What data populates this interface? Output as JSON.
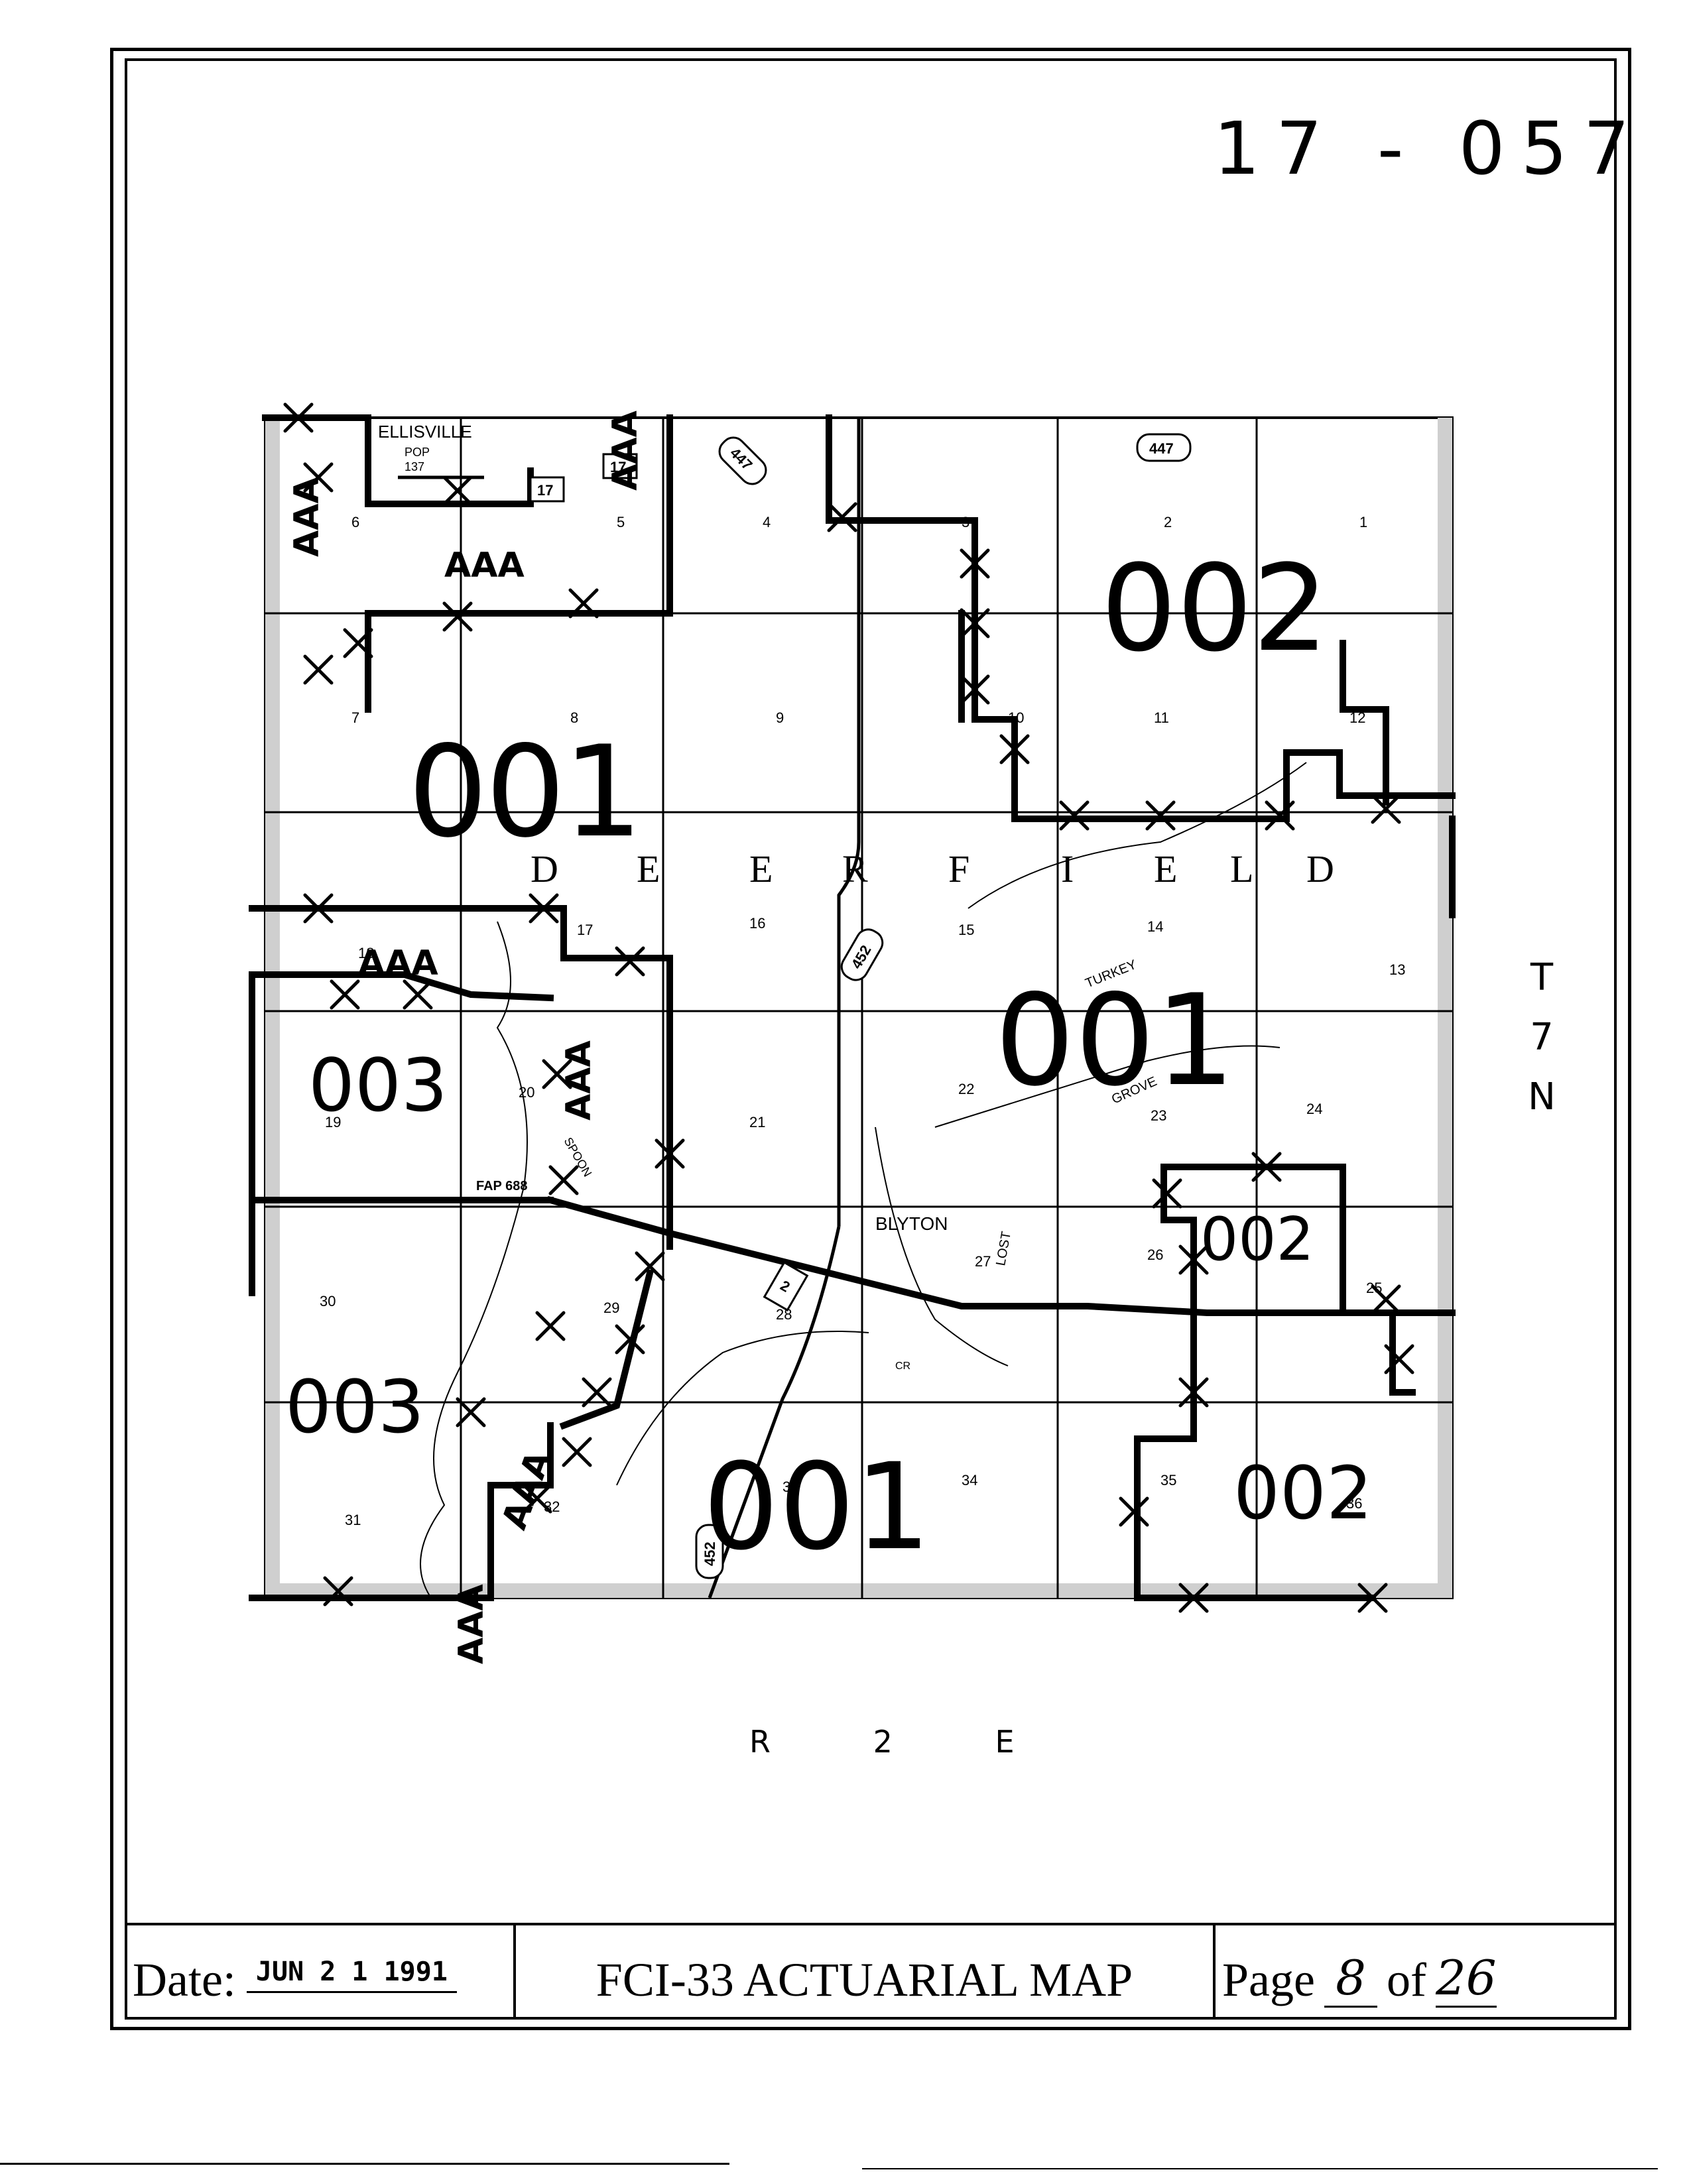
{
  "map_number": "17 - 057",
  "township": [
    "T",
    "7",
    "N"
  ],
  "range_label": "R 2 E",
  "zone_labels": [
    "001",
    "001",
    "001",
    "002",
    "002",
    "002",
    "003",
    "003"
  ],
  "aaa_label": "AAA",
  "place_names": {
    "town_north": "ELLISVILLE",
    "pop_label": "POP",
    "pop_value": "137",
    "town_center": "BLYTON",
    "township_name": [
      "D",
      "E",
      "E",
      "R",
      "F",
      "I",
      "E",
      "L",
      "D"
    ],
    "stream_turkey": "TURKEY",
    "stream_grove": "GROVE",
    "stream_lost": "LOST",
    "stream_spoon": "SPOON",
    "creek_abbrev": "CR",
    "fap": "FAP 688"
  },
  "routes": [
    "447",
    "447",
    "17",
    "17",
    "452",
    "452",
    "2"
  ],
  "sections": [
    "1",
    "2",
    "3",
    "4",
    "5",
    "6",
    "7",
    "8",
    "9",
    "10",
    "11",
    "12",
    "13",
    "14",
    "15",
    "16",
    "17",
    "18",
    "19",
    "20",
    "21",
    "22",
    "23",
    "24",
    "25",
    "26",
    "27",
    "28",
    "29",
    "30",
    "31",
    "32",
    "33",
    "34",
    "35",
    "36"
  ],
  "footer": {
    "date_label": "Date:",
    "date_value": "JUN 2 1 1991",
    "title": "FCI-33 ACTUARIAL MAP",
    "page_label": "Page",
    "page_current": "8",
    "page_of": "of",
    "page_total": "26"
  }
}
